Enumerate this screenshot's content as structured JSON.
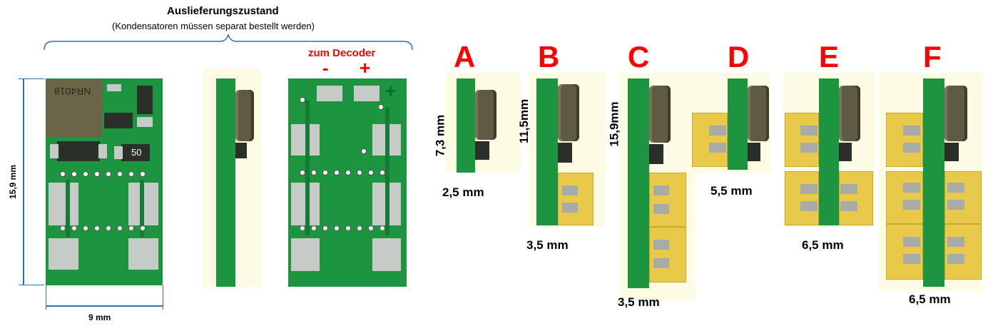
{
  "title": "Auslieferungszustand",
  "subtitle": "(Kondensatoren müssen separat bestellt werden)",
  "decoder_label": "zum Decoder",
  "minus_label": "-",
  "plus_label": "+",
  "height_dimension": "15,9 mm",
  "width_dimension": "9 mm",
  "board_markings": {
    "inductor": "NR4018",
    "resistor": "50"
  },
  "variants": [
    {
      "letter": "A",
      "height": "7,3 mm",
      "thickness": "2,5 mm"
    },
    {
      "letter": "B",
      "height": "11,5mm",
      "thickness": "3,5 mm"
    },
    {
      "letter": "C",
      "height": "15,9mm",
      "thickness": "3,5 mm"
    },
    {
      "letter": "D",
      "thickness": "5,5 mm"
    },
    {
      "letter": "E",
      "thickness": "6,5 mm"
    },
    {
      "letter": "F",
      "thickness": "6,5 mm"
    }
  ],
  "colors": {
    "pcb_green": "#1c9440",
    "capacitor_yellow": "#e9c94a",
    "label_red": "#ff0000",
    "dimension_blue": "#2f6fb8",
    "background_cream": "#fdfbe3"
  }
}
